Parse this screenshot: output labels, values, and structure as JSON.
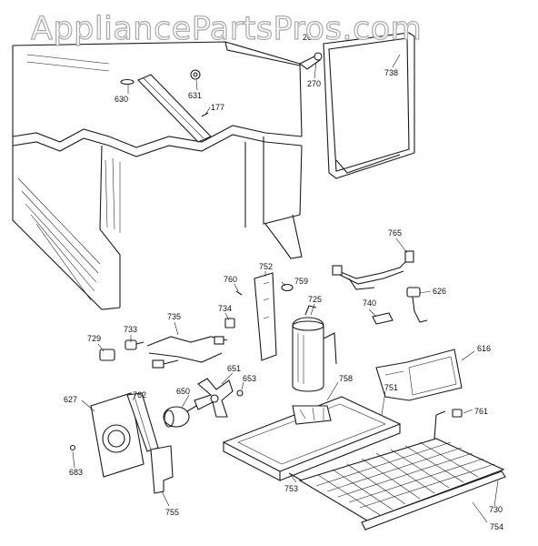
{
  "watermark": "AppliancePartsPros.com",
  "callouts": {
    "p26": "26",
    "p630": "630",
    "p631": "631",
    "p177": "177",
    "p270": "270",
    "p738": "738",
    "p765": "765",
    "p752": "752",
    "p760": "760",
    "p759": "759",
    "p725": "725",
    "p740": "740",
    "p626": "626",
    "p735": "735",
    "p734": "734",
    "p733": "733",
    "p729": "729",
    "p616": "616",
    "p651": "651",
    "p653": "653",
    "p650": "650",
    "p758": "758",
    "p751": "751",
    "p627": "627",
    "p762": "762",
    "p761": "761",
    "p683": "683",
    "p753": "753",
    "p730": "730",
    "p755": "755",
    "p754": "754"
  }
}
